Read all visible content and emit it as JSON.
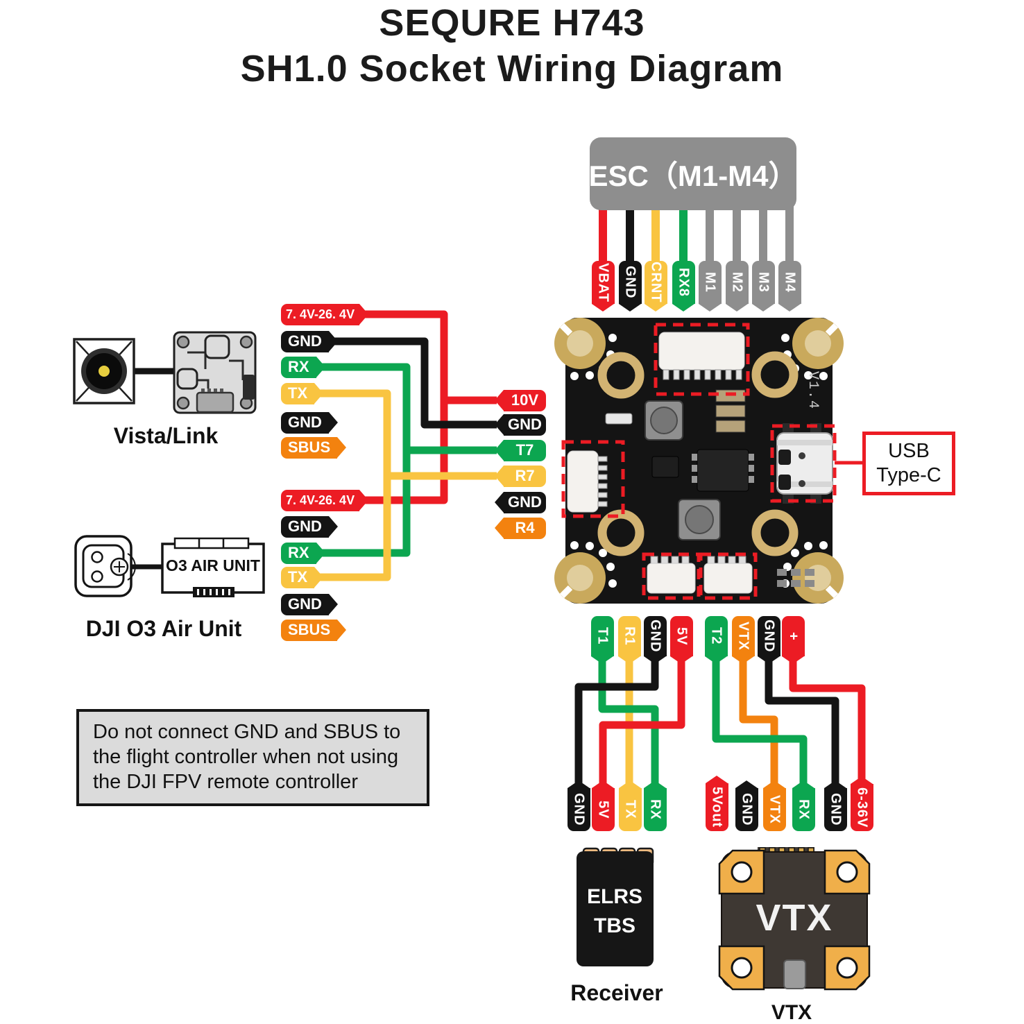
{
  "title": {
    "line1": "SEQURE H743",
    "line2": "SH1.0 Socket Wiring Diagram"
  },
  "colors": {
    "red": "#EC1C24",
    "black": "#141414",
    "yellow": "#F9C441",
    "green": "#0CA650",
    "orange": "#F3820F",
    "gray": "#8E8E8E",
    "gold": "#D2B372",
    "board": "#141414",
    "note_bg": "#DBDBDB"
  },
  "esc": {
    "label": "ESC（M1-M4）",
    "pins": [
      {
        "text": "VBAT",
        "color": "red"
      },
      {
        "text": "GND",
        "color": "black"
      },
      {
        "text": "CRNT",
        "color": "yellow"
      },
      {
        "text": "RX8",
        "color": "green"
      },
      {
        "text": "M1",
        "color": "gray"
      },
      {
        "text": "M2",
        "color": "gray"
      },
      {
        "text": "M3",
        "color": "gray"
      },
      {
        "text": "M4",
        "color": "gray"
      }
    ]
  },
  "vista": {
    "caption": "Vista/Link",
    "pins": [
      {
        "text": "7. 4V-26. 4V",
        "color": "red"
      },
      {
        "text": "GND",
        "color": "black"
      },
      {
        "text": "RX",
        "color": "green"
      },
      {
        "text": "TX",
        "color": "yellow"
      },
      {
        "text": "GND",
        "color": "black"
      },
      {
        "text": "SBUS",
        "color": "orange"
      }
    ]
  },
  "o3": {
    "caption": "DJI O3 Air Unit",
    "box_label": "O3 AIR UNIT",
    "pins": [
      {
        "text": "7. 4V-26. 4V",
        "color": "red"
      },
      {
        "text": "GND",
        "color": "black"
      },
      {
        "text": "RX",
        "color": "green"
      },
      {
        "text": "TX",
        "color": "yellow"
      },
      {
        "text": "GND",
        "color": "black"
      },
      {
        "text": "SBUS",
        "color": "orange"
      }
    ]
  },
  "fc": {
    "version": "V1.4",
    "left_pins": [
      {
        "text": "10V",
        "color": "red"
      },
      {
        "text": "GND",
        "color": "black"
      },
      {
        "text": "T7",
        "color": "green"
      },
      {
        "text": "R7",
        "color": "yellow"
      },
      {
        "text": "GND",
        "color": "black"
      },
      {
        "text": "R4",
        "color": "orange"
      }
    ]
  },
  "usb": {
    "line1": "USB",
    "line2": "Type-C"
  },
  "receiver": {
    "caption": "Receiver",
    "module_lines": [
      "ELRS",
      "TBS"
    ],
    "top_pins": [
      {
        "text": "T1",
        "color": "green"
      },
      {
        "text": "R1",
        "color": "yellow"
      },
      {
        "text": "GND",
        "color": "black"
      },
      {
        "text": "5V",
        "color": "red"
      }
    ],
    "bottom_pins": [
      {
        "text": "GND",
        "color": "black"
      },
      {
        "text": "5V",
        "color": "red"
      },
      {
        "text": "TX",
        "color": "yellow"
      },
      {
        "text": "RX",
        "color": "green"
      }
    ]
  },
  "vtx": {
    "caption": "VTX",
    "module_label": "VTX",
    "top_pins": [
      {
        "text": "T2",
        "color": "green"
      },
      {
        "text": "VTX",
        "color": "orange"
      },
      {
        "text": "GND",
        "color": "black"
      },
      {
        "text": "+",
        "color": "red"
      }
    ],
    "bottom_pins": [
      {
        "text": "5Vout",
        "color": "red"
      },
      {
        "text": "GND",
        "color": "black"
      },
      {
        "text": "VTX",
        "color": "orange"
      },
      {
        "text": "RX",
        "color": "green"
      },
      {
        "text": "GND",
        "color": "black"
      },
      {
        "text": "6-36V",
        "color": "red"
      }
    ]
  },
  "note": {
    "text": "Do not connect GND and SBUS to the flight controller when not using the DJI FPV remote controller"
  }
}
